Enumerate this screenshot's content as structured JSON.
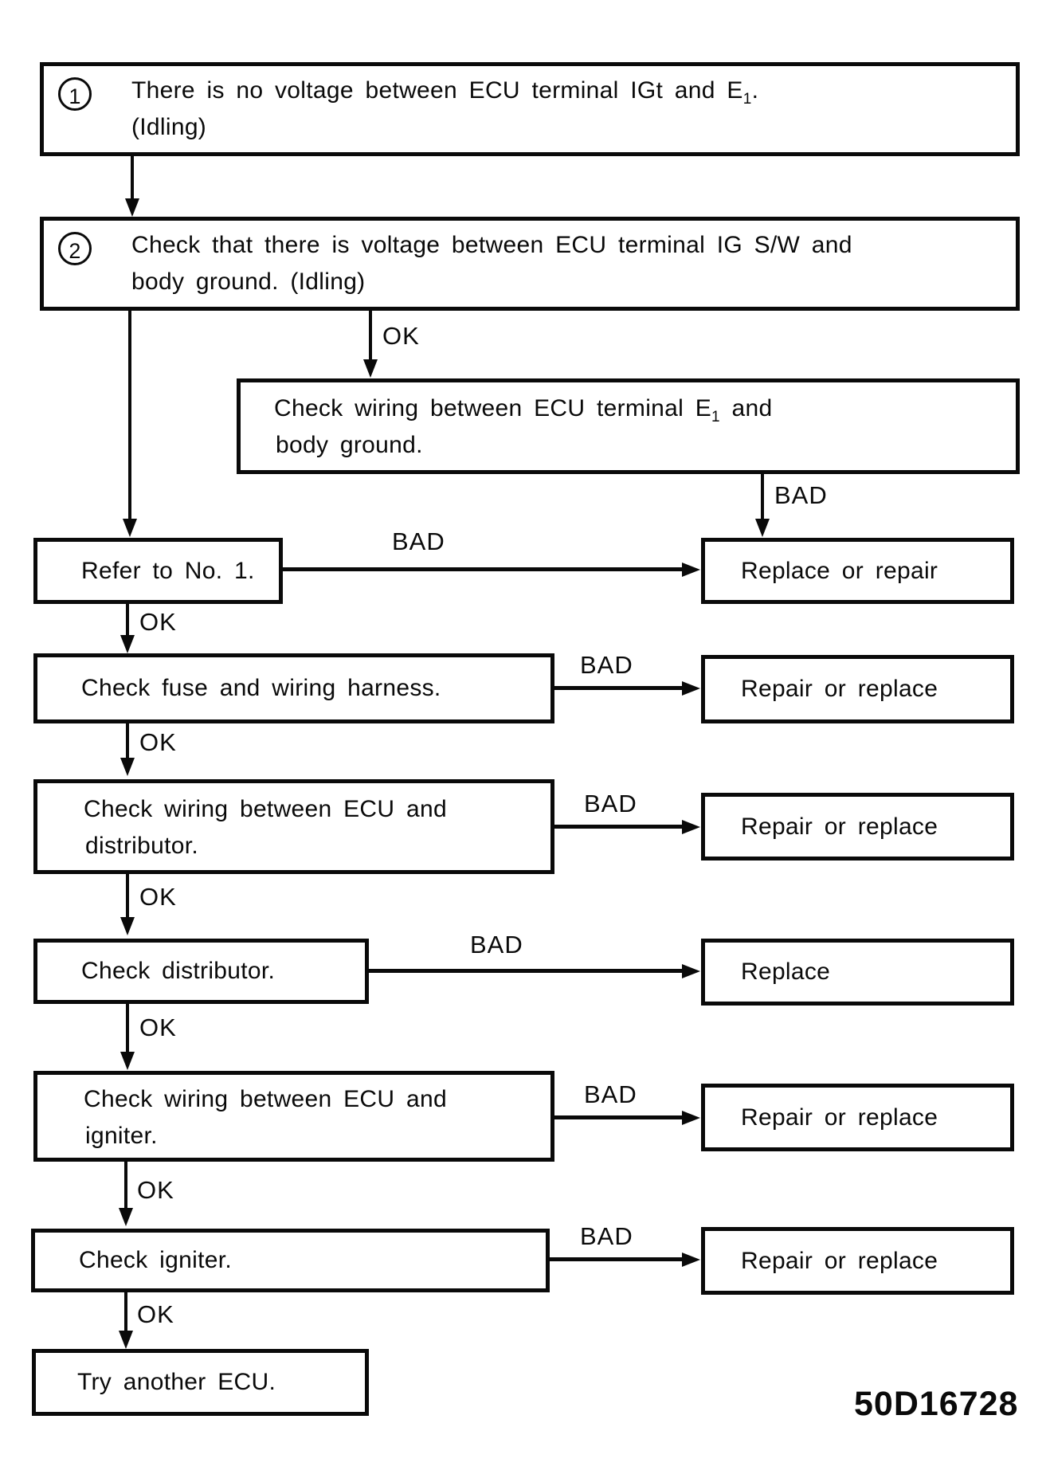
{
  "labels": {
    "ok": "OK",
    "bad": "BAD"
  },
  "page": {
    "figure_code": "50D16728"
  },
  "nodes": {
    "step1": {
      "num": "1",
      "line1_pre": "There is no voltage between ECU terminal IGt and E",
      "line1_sub": "1",
      "line1_post": ".",
      "line2": "(Idling)"
    },
    "step2": {
      "num": "2",
      "line1": "Check that there is voltage between ECU terminal IG S/W and",
      "line2": "body ground. (Idling)"
    },
    "check_e1_wiring": {
      "line1_pre": "Check wiring between ECU terminal E",
      "line1_sub": "1",
      "line1_post": " and",
      "line2": "body ground."
    },
    "refer": {
      "label": "Refer to No. 1."
    },
    "replace_or_repair": {
      "label": "Replace or repair"
    },
    "check_fuse": {
      "label": "Check fuse and wiring harness."
    },
    "repair_or_replace_1": {
      "label": "Repair or replace"
    },
    "check_wiring_distributor": {
      "line1": "Check wiring between ECU and",
      "line2": "distributor."
    },
    "repair_or_replace_2": {
      "label": "Repair or replace"
    },
    "check_distributor": {
      "label": "Check distributor."
    },
    "replace": {
      "label": "Replace"
    },
    "check_wiring_igniter": {
      "line1": "Check wiring between ECU and",
      "line2": "igniter."
    },
    "repair_or_replace_3": {
      "label": "Repair or replace"
    },
    "check_igniter": {
      "label": "Check igniter."
    },
    "repair_or_replace_4": {
      "label": "Repair or replace"
    },
    "try_another_ecu": {
      "label": "Try another ECU."
    }
  }
}
